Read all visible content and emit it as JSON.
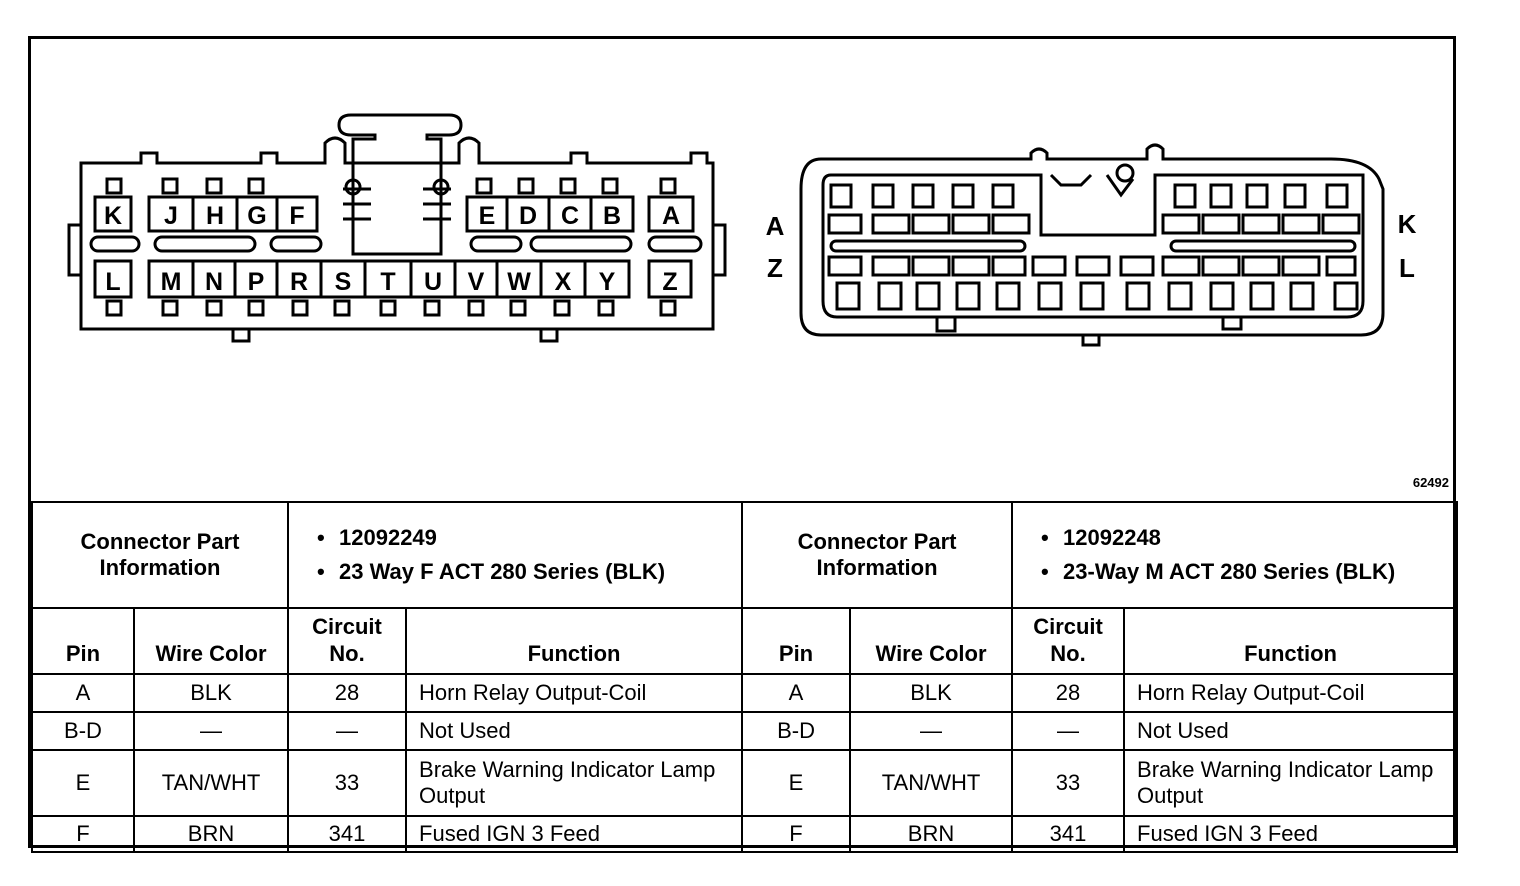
{
  "figure_number": "62492",
  "female_connector": {
    "row_top": [
      "K",
      "J",
      "H",
      "G",
      "F",
      "E",
      "D",
      "C",
      "B",
      "A"
    ],
    "row_bottom": [
      "L",
      "M",
      "N",
      "P",
      "R",
      "S",
      "T",
      "U",
      "V",
      "W",
      "X",
      "Y",
      "Z"
    ]
  },
  "male_connector": {
    "label_top_left": "A",
    "label_bottom_left": "Z",
    "label_top_right": "K",
    "label_bottom_right": "L"
  },
  "table": {
    "info_label": "Connector Part Information",
    "left_info": [
      "12092249",
      "23 Way F ACT 280 Series (BLK)"
    ],
    "right_info": [
      "12092248",
      "23-Way M ACT 280 Series (BLK)"
    ],
    "headers": {
      "pin": "Pin",
      "wire": "Wire Color",
      "circuit": "Circuit No.",
      "function": "Function"
    },
    "rows": [
      {
        "pin": "A",
        "wire": "BLK",
        "circuit": "28",
        "function": "Horn Relay Output-Coil"
      },
      {
        "pin": "B-D",
        "wire": "—",
        "circuit": "—",
        "function": "Not Used"
      },
      {
        "pin": "E",
        "wire": "TAN/WHT",
        "circuit": "33",
        "function": "Brake Warning Indicator Lamp Output"
      },
      {
        "pin": "F",
        "wire": "BRN",
        "circuit": "341",
        "function": "Fused IGN 3 Feed"
      }
    ]
  }
}
